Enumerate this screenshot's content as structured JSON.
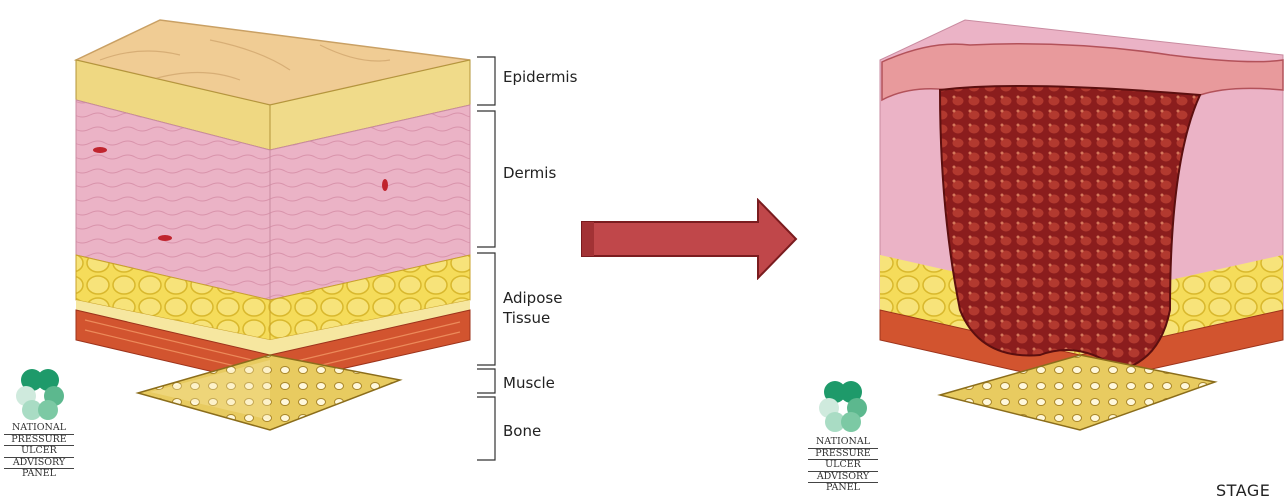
{
  "layers": [
    {
      "label": "Epidermis"
    },
    {
      "label": "Dermis"
    },
    {
      "label": "Adipose\nTissue"
    },
    {
      "label": "Muscle"
    },
    {
      "label": "Bone"
    }
  ],
  "logo": {
    "lines": [
      "NATIONAL",
      "PRESSURE",
      "ULCER",
      "ADVISORY",
      "PANEL"
    ]
  },
  "stage_label": "STAGE",
  "colors": {
    "epidermis": "#e8d27a",
    "dermis": "#e9aac0",
    "adipose": "#f1d44a",
    "muscle": "#c94a2a",
    "bone": "#e0c45a",
    "arrow": "#c0474a",
    "wound": "#8b1d1d",
    "logo_dark": "#1e9a6a",
    "logo_light": "#a9dcc4"
  },
  "icons": {
    "arrow": "right-arrow-icon",
    "logo": "npuap-logo-icon"
  }
}
